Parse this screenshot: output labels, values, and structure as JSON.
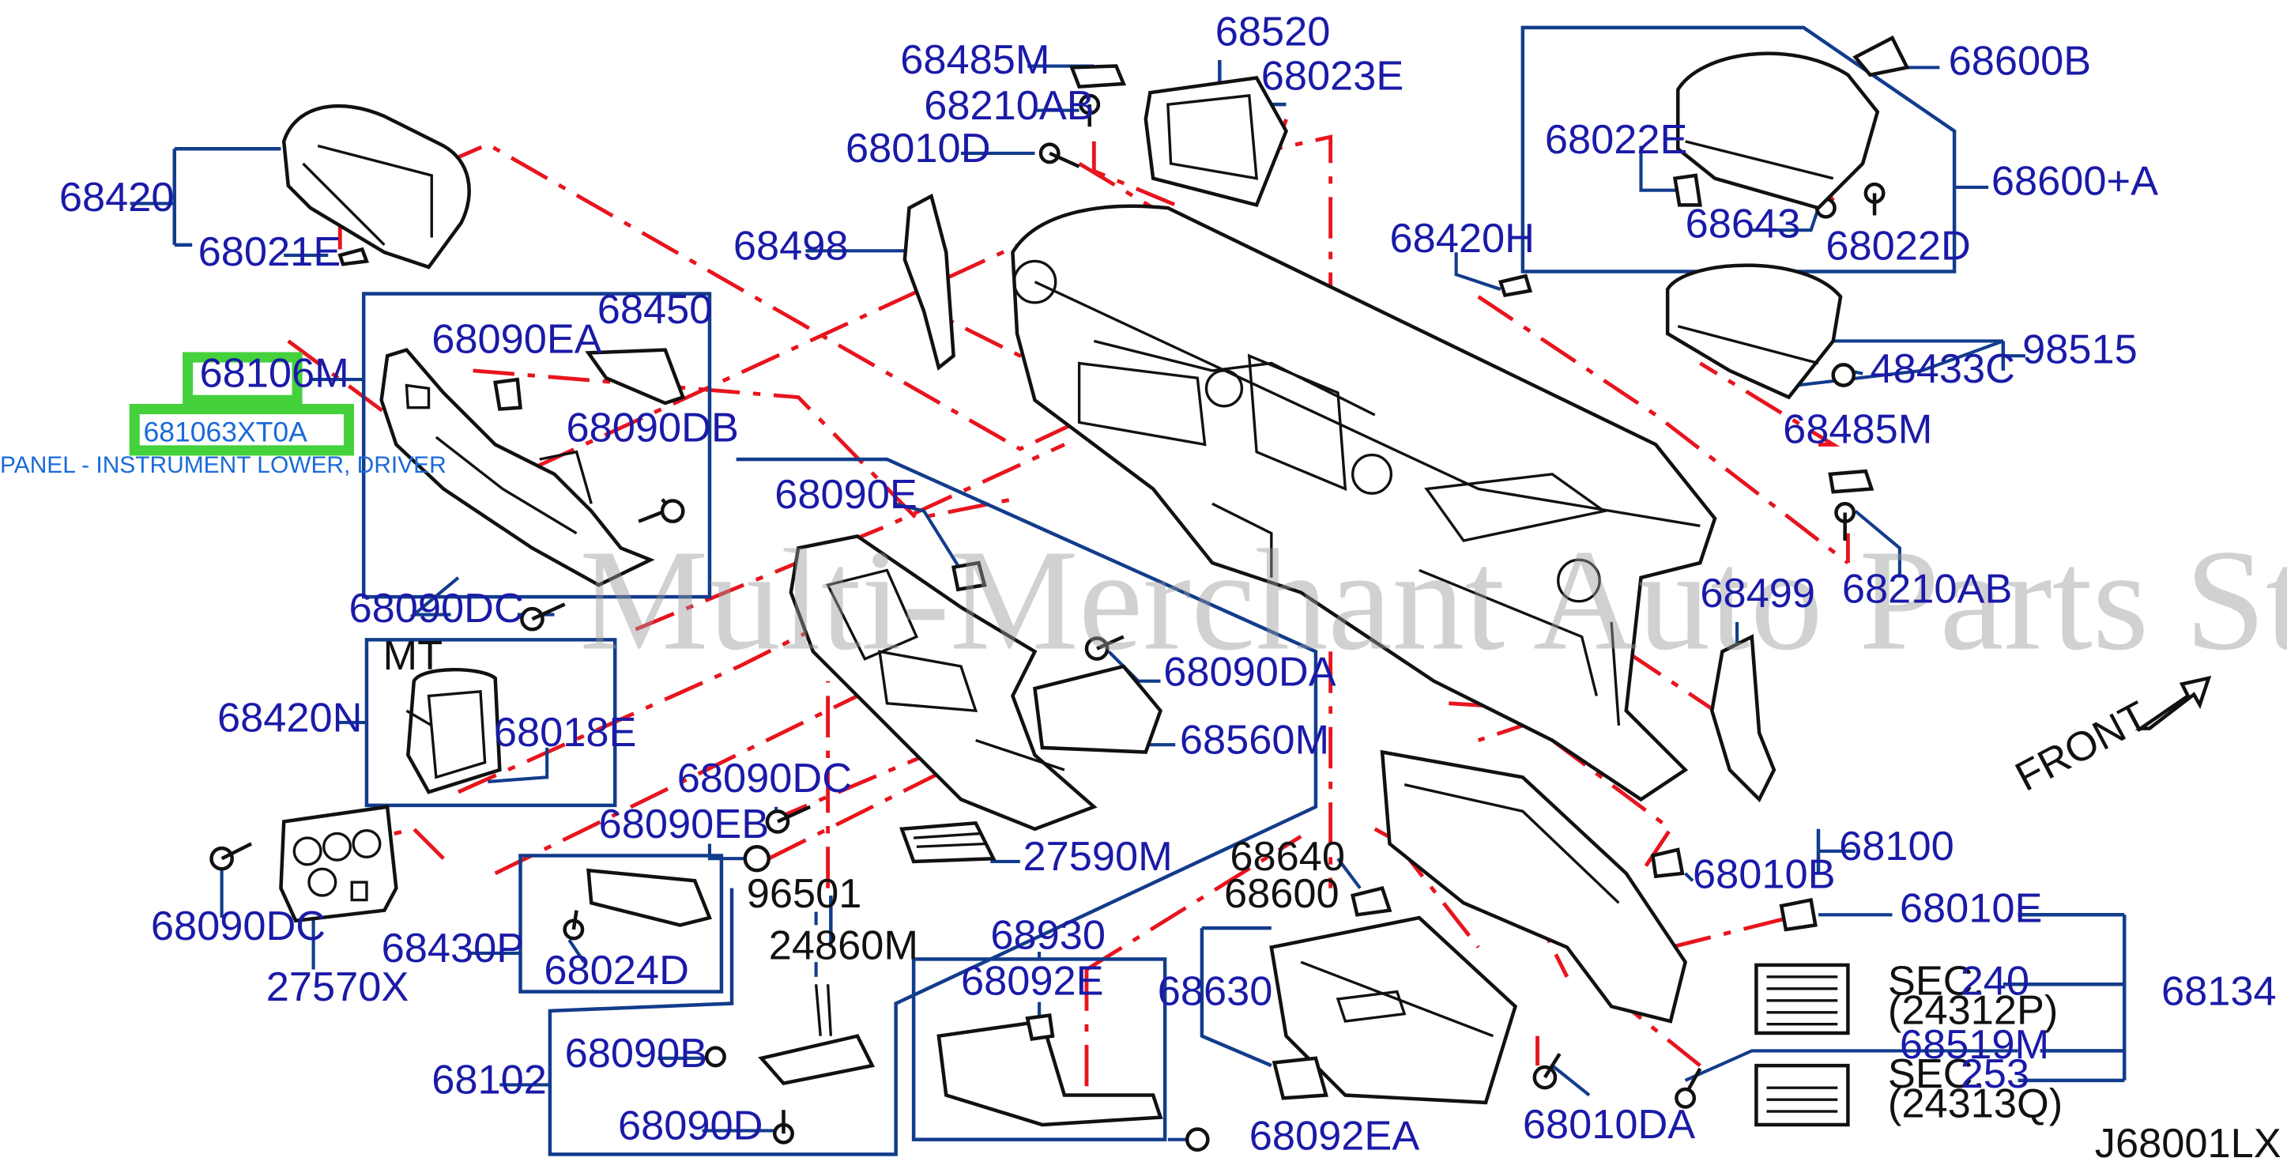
{
  "diagram_code": "J68001LX",
  "watermark": "Multi-Merchant Auto Parts Store",
  "highlight": {
    "part_number": "68106M",
    "oem_number": "681063XT0A",
    "description": "PANEL - INSTRUMENT LOWER, DRIVER"
  },
  "group_labels": {
    "mt": "MT",
    "front": "FRONT"
  },
  "sec_refs": [
    {
      "prefix": "SEC.",
      "number": "240",
      "sub": "(24312P)"
    },
    {
      "prefix": "SEC.",
      "number": "253",
      "sub": "(24313Q)"
    }
  ],
  "callouts": {
    "c68420": "68420",
    "c68021E": "68021E",
    "c68485M_top": "68485M",
    "c68210AB_top": "68210AB",
    "c68010D": "68010D",
    "c68520": "68520",
    "c68023E": "68023E",
    "c68498": "68498",
    "c68600B": "68600B",
    "c68022E": "68022E",
    "c68600A": "68600+A",
    "c68643": "68643",
    "c68022D": "68022D",
    "c68420H": "68420H",
    "c98515": "98515",
    "c48433C": "48433C",
    "c68485M_right": "68485M",
    "c68210AB_right": "68210AB",
    "c68090EA": "68090EA",
    "c68450": "68450",
    "c68090DB": "68090DB",
    "c68090DC_a": "68090DC",
    "c68090E": "68090E",
    "c68090DA_a": "68090DA",
    "c68560M": "68560M",
    "c68499": "68499",
    "c68420N": "68420N",
    "c68018E": "68018E",
    "c68090DC_b": "68090DC",
    "c68090EB": "68090EB",
    "c27590M": "27590M",
    "c68090DC_c": "68090DC",
    "c27570X": "27570X",
    "c68430P": "68430P",
    "c68024D": "68024D",
    "c96501": "96501",
    "c24860M": "24860M",
    "c68640": "68640",
    "c68600": "68600",
    "c68010B": "68010B",
    "c68100": "68100",
    "c68010E": "68010E",
    "c68930": "68930",
    "c68092E": "68092E",
    "c68630": "68630",
    "c68134": "68134",
    "c68519M": "68519M",
    "c68090B": "68090B",
    "c68102": "68102",
    "c68090D": "68090D",
    "c68092EA": "68092EA",
    "c68010DA": "68010DA"
  }
}
